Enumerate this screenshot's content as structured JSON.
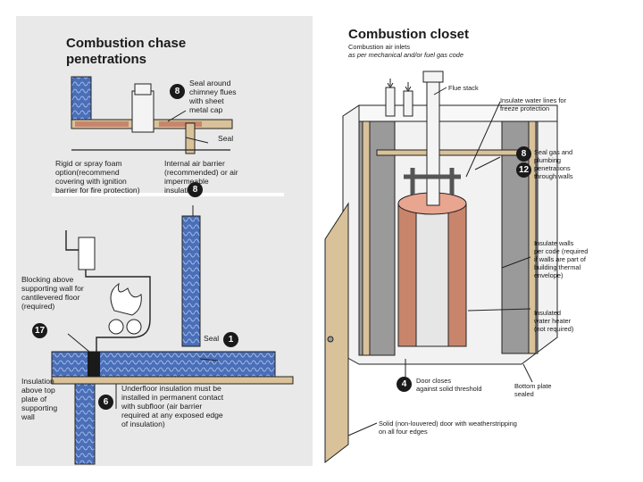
{
  "left": {
    "title": "Combustion chase\npenetrations",
    "labels": {
      "seal_chimney": "Seal around\nchimney flues\nwith sheet\nmetal cap",
      "seal_top": "Seal",
      "rigid_foam": "Rigid or spray foam\noption(recommend\ncovering with ignition\nbarrier for fire protection)",
      "internal_air_barrier": "Internal air barrier\n(recommended) or air\nimpermeable\ninsulation",
      "blocking": "Blocking above\nsupporting wall for\ncantilevered floor\n(required)",
      "seal_bottom": "Seal",
      "insulation_top_plate": "Insulation\nabove top\nplate of\nsupporting\nwall",
      "underfloor": "Underfloor insulation must be\ninstalled in permanent contact\nwith subfloor (air barrier\nrequired at any exposed edge\nof insulation)"
    },
    "callouts": [
      "8",
      "8",
      "17",
      "1",
      "6"
    ]
  },
  "right": {
    "title": "Combustion closet",
    "labels": {
      "inlets": "Combustion air inlets",
      "inlets_sub": "as per mechanical and/or fuel gas code",
      "flue_stack": "Flue stack",
      "insulate_water": "Insulate water lines for\nfreeze protection",
      "seal_gas": "Seal gas and\nplumbing\npenetrations\nthrough walls",
      "insulate_walls": "Insulate walls\nper code (required\nif walls are part of\nbuilding thermal\nenvelope)",
      "insulated_heater": "Insulated\nwater heater\n(not required)",
      "door_closes": "Door closes\nagainst solid threshold",
      "bottom_plate": "Bottom plate\nsealed",
      "solid_door": "Solid (non-louvered) door with weatherstripping\non all four edges"
    },
    "callouts": [
      "8",
      "12",
      "4"
    ]
  },
  "colors": {
    "insulation_blue": "#4a6fb8",
    "wood_tan": "#d9c29a",
    "foam_pink": "#c8856c",
    "panel_gray": "#e9e9e9",
    "callout_black": "#1a1a1a"
  }
}
